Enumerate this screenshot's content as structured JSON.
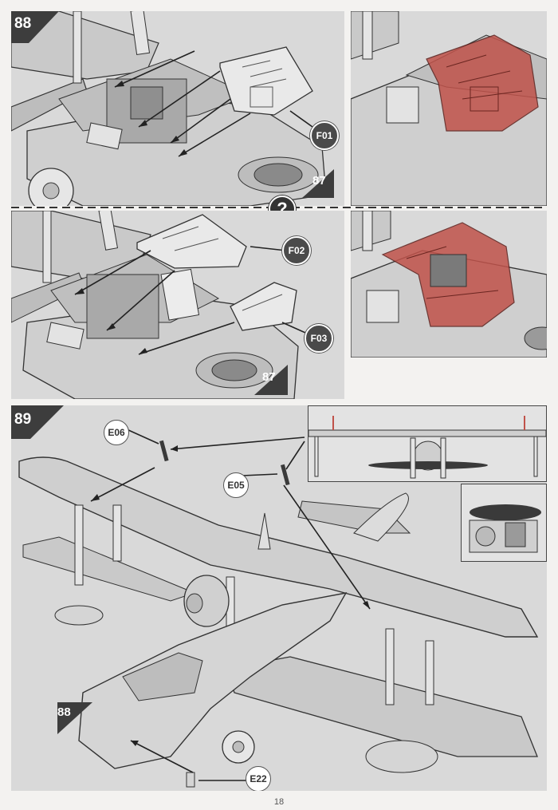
{
  "page_number": "18",
  "steps": [
    {
      "number": "88",
      "ref_step": "87",
      "parts": [
        "F01",
        "F02",
        "F03"
      ],
      "alternative_icon": "question-mark-icon"
    },
    {
      "number": "89",
      "ref_step": "88",
      "parts": [
        "E06",
        "E05",
        "E22"
      ]
    }
  ],
  "colors": {
    "clear_part_tint": "#c0524a",
    "flag": "#3d3d3d",
    "background": "#d9d9d9"
  }
}
